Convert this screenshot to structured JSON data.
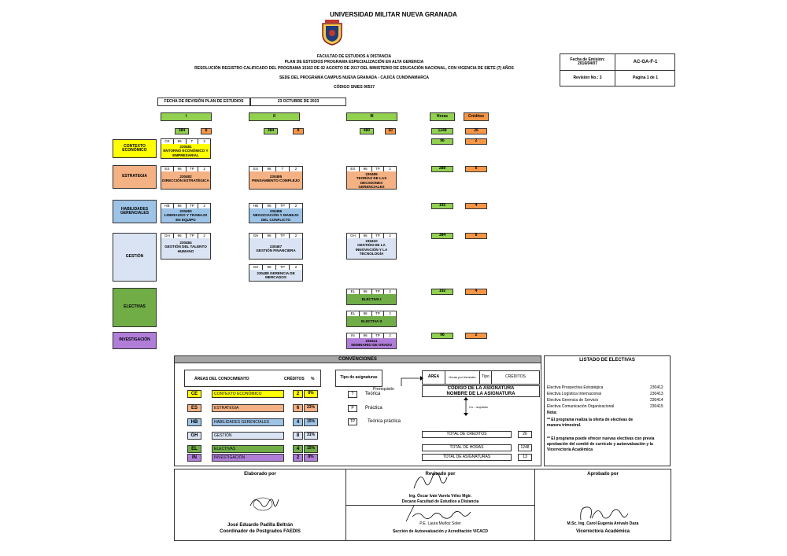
{
  "header": {
    "university": "UNIVERSIDAD MILITAR NUEVA GRANADA",
    "faculty": "FACULTAD DE ESTUDIOS A DISTANCIA",
    "plan": "PLAN DE ESTUDIOS PROGRAMA ESPECIALIZACIÓN EN ALTA GERENCIA",
    "resolution": "RESOLUCIÓN REGISTRO CALIFICADO DEL PROGRAMA 15163 DE 02 AGOSTO DE 2017 DEL MINISTERIO DE EDUCACIÓN NACIONAL, CON VIGENCIA DE SIETE (7) AÑOS",
    "campus": "SEDE DEL PROGRAMA CAMPUS NUEVA GRANADA - CAJICÁ CUNDINAMARCA",
    "snies": "CÓDIGO SNIES 90537",
    "emission_label": "Fecha de Emisión: 2016/04/07",
    "doc_code": "AC-GA-F-1",
    "revision_label": "Revisión No.: 3",
    "page_label": "Pagina 1 de 1",
    "review_date_label": "FECHA DE REVISIÓN PLAN DE ESTUDIOS",
    "review_date_value": "23 OCTUBRE DE 2023"
  },
  "semesters": [
    {
      "name": "I",
      "hours": "384",
      "credits": "8"
    },
    {
      "name": "II",
      "hours": "384",
      "credits": "8"
    },
    {
      "name": "III",
      "hours": "480",
      "credits": "10"
    }
  ],
  "totals_header": {
    "hours": "Horas",
    "credits": "Créditos",
    "hours_value": "1248",
    "credits_value": "26"
  },
  "areas": [
    {
      "label": "CONTEXTO ECONÓMICO",
      "hours": "96",
      "credits": "2"
    },
    {
      "label": "ESTRATEGIA",
      "hours": "288",
      "credits": "6"
    },
    {
      "label": "HABILIDADES GERENCIALES",
      "hours": "192",
      "credits": "4"
    },
    {
      "label": "GESTIÓN",
      "hours": "384",
      "credits": "8"
    },
    {
      "label": "ELECTIVAS",
      "hours": "192",
      "credits": "4"
    },
    {
      "label": "INVESTIGACIÓN",
      "hours": "96",
      "credits": "2"
    }
  ],
  "courses": {
    "ce1": {
      "a": "CE",
      "h": "96",
      "t": "T",
      "c": "2",
      "code": "230481",
      "name": "ENTORNO ECONÓMICO Y EMPRESARIAL"
    },
    "es1": {
      "a": "ES",
      "h": "96",
      "t": "TP",
      "c": "2",
      "code": "230482",
      "name": "DIRECCIÓN ESTRATÉGICA"
    },
    "es2": {
      "a": "ES",
      "h": "96",
      "t": "T",
      "c": "2",
      "code": "230485",
      "name": "PENSAMIENTO COMPLEJO"
    },
    "es3": {
      "a": "ES",
      "h": "96",
      "t": "TP",
      "c": "2",
      "code": "230489",
      "name": "TEORÍAS DE LAS DECISIONES GERENCIALES"
    },
    "hb1": {
      "a": "HB",
      "h": "96",
      "t": "TP",
      "c": "2",
      "code": "230483",
      "name": "LIDERAZGO Y TRABAJO EN EQUIPO"
    },
    "hb2": {
      "a": "HB",
      "h": "96",
      "t": "TP",
      "c": "2",
      "code": "230486",
      "name": "NEGOCIACIÓN Y MANEJO DEL CONFLICTO"
    },
    "gh1": {
      "a": "GH",
      "h": "96",
      "t": "TP",
      "c": "2",
      "code": "230484",
      "name": "GESTIÓN DEL TALENTO HUMANO"
    },
    "gh2": {
      "a": "GH",
      "h": "96",
      "t": "TP",
      "c": "2",
      "code": "230487",
      "name": "GESTIÓN FINANCIERA"
    },
    "gh3": {
      "a": "GH",
      "h": "96",
      "t": "TP",
      "c": "2",
      "code": "230410",
      "name": "GESTIÓN DE LA INNOVACIÓN Y LA TECNOLOGÍA"
    },
    "gh4": {
      "a": "GH",
      "h": "96",
      "t": "TP",
      "c": "2",
      "code": "230488",
      "name": "GERENCIA DE MERCADOS"
    },
    "el1": {
      "a": "EL",
      "h": "96",
      "t": "TP",
      "c": "2",
      "code": "",
      "name": "ELECTIVA I"
    },
    "el2": {
      "a": "EL",
      "h": "96",
      "t": "TP",
      "c": "2",
      "code": "",
      "name": "ELECTIVA II"
    },
    "in1": {
      "a": "IN",
      "h": "96",
      "t": "TP",
      "c": "2",
      "code": "230411",
      "name": "SEMINARIO DE GRADO"
    }
  },
  "conventions": {
    "title": "CONVENCIONES",
    "areas_header": "ÁREAS DEL CONOCIMIENTO",
    "credits_header": "CRÉDITOS",
    "pct_header": "%",
    "type_header": "Tipo de asignaturas",
    "rows": [
      {
        "abbr": "CE",
        "name": "CONTEXTO ECONÓMICO",
        "credits": "2",
        "pct": "8%"
      },
      {
        "abbr": "ES",
        "name": "ESTRATEGIA",
        "credits": "6",
        "pct": "23%"
      },
      {
        "abbr": "HB",
        "name": "HABILIDADES GERENCIALES",
        "credits": "4",
        "pct": "15%"
      },
      {
        "abbr": "GH",
        "name": "GESTIÓN",
        "credits": "8",
        "pct": "31%"
      },
      {
        "abbr": "EL",
        "name": "ELECTIVAS",
        "credits": "4",
        "pct": "15%"
      },
      {
        "abbr": "IN",
        "name": "INVESTIGACIÓN",
        "credits": "2",
        "pct": "8%"
      }
    ],
    "types": [
      {
        "abbr": "T",
        "name": "Teórica"
      },
      {
        "abbr": "P",
        "name": "Práctica"
      },
      {
        "abbr": "TP",
        "name": "Teórica práctica"
      }
    ],
    "legend_area": "ÁREA",
    "legend_hours": "Horas por trimestre",
    "legend_type": "Tipo",
    "legend_credits": "CRÉDITOS",
    "legend_code": "CÓDIGO DE LA ASIGNATURA",
    "legend_name": "NOMBRE DE LA ASIGNATURA",
    "prerequisite": "Prerequisito",
    "corequisite": "Co - requisito",
    "total_credits_label": "TOTAL DE CRÉDITOS",
    "total_credits": "26",
    "total_hours_label": "TOTAL DE HORAS",
    "total_hours": "1248",
    "total_subjects_label": "TOTAL DE ASIGNATURAS",
    "total_subjects": "13"
  },
  "electives": {
    "title": "LISTADO DE ELECTIVAS",
    "items": [
      {
        "name": "Electiva Prospectiva Estratégica",
        "code": "230412"
      },
      {
        "name": "Electiva Logística Internacional",
        "code": "230413"
      },
      {
        "name": "Electiva Gerencia de Servicio",
        "code": "230414"
      },
      {
        "name": "Electiva Comunicación Organizacional",
        "code": "230415"
      }
    ],
    "note_label": "Nota:",
    "note1": "** El programa realiza la oferta de electivas de manera trimestral.",
    "note2": "** El programa puede ofrecer nuevas electivas con previa aprobación del comité de currículo y autoevaluación y la Vicerrectoría Académica"
  },
  "signatures": {
    "elaborated_label": "Elaborado por",
    "reviewed_label": "Revisado por",
    "approved_label": "Aprobado por",
    "elaborated_name": "José Eduardo Padilla Beltrán",
    "elaborated_role": "Coordinador de Postgrados FAEDIS",
    "reviewed1_name": "Ing. Óscar Iván Varela Vélez Mgtr.",
    "reviewed1_role": "Decano Facultad de Estudios a Distancia",
    "reviewed2_name": "P.E. Laura Muñoz Soler",
    "reviewed2_role": "Sección de Autoevaluación y Acreditación VICACD",
    "approved_name": "M.Sc. Ing. Carol Eugenia Arévalo Daza",
    "approved_role": "Vicerrectora Académica"
  }
}
